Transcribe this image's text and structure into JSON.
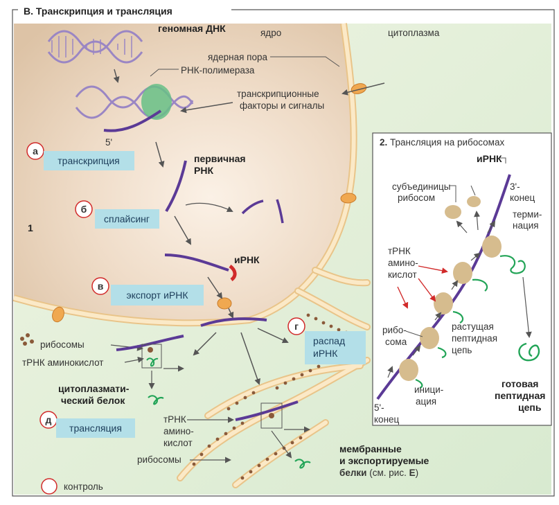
{
  "title": "B. Транскрипция и трансляция",
  "regions": {
    "nucleus": "ядро",
    "cytoplasm": "цитоплазма"
  },
  "panel_number": "1",
  "labels": {
    "genomic_dna": "геномная ДНК",
    "rna_polymerase": "РНК-полимераза",
    "nuclear_pore": "ядерная пора",
    "tf_line1": "транскрипционные",
    "tf_line2": "факторы и сигналы",
    "five_prime": "5'",
    "primary_rna_1": "первичная",
    "primary_rna_2": "РНК",
    "mrna": "иРНК",
    "ribosomes": "рибосомы",
    "trna_amino": "тРНК аминокислот",
    "cyto_protein_1": "цитоплазмати-",
    "cyto_protein_2": "ческий белок",
    "trna_l1": "тРНК",
    "trna_l2": "амино-",
    "trna_l3": "кислот",
    "ribosomes2": "рибосомы",
    "membrane_1": "мембранные",
    "membrane_2": "и экспортируемые",
    "membrane_3a": "белки",
    "membrane_3b": " (см. рис. ",
    "membrane_3c": "Е",
    "membrane_3d": ")",
    "control": "контроль"
  },
  "steps": [
    {
      "letter": "а",
      "label": "транскрипция"
    },
    {
      "letter": "б",
      "label": "сплайсинг"
    },
    {
      "letter": "в",
      "label": "экспорт иРНК"
    },
    {
      "letter": "г",
      "label_1": "распад",
      "label_2": "иРНК"
    },
    {
      "letter": "д",
      "label": "трансляция"
    }
  ],
  "inset": {
    "title": "2. Трансляция на рибосомах",
    "mrna": "иРНК",
    "subunits_1": "субъединицы",
    "subunits_2": "рибосом",
    "three_prime_1": "3'-",
    "three_prime_2": "конец",
    "termination_1": "терми-",
    "termination_2": "нация",
    "trna_1": "тРНК",
    "trna_2": "амино-",
    "trna_3": "кислот",
    "ribosome_1": "рибо-",
    "ribosome_2": "сома",
    "growing_1": "растущая",
    "growing_2": "пептидная",
    "growing_3": "цепь",
    "initiation_1": "иници-",
    "initiation_2": "ация",
    "five_prime_1": "5'-",
    "five_prime_2": "конец",
    "final_1": "готовая",
    "final_2": "пептидная",
    "final_3": "цепь"
  },
  "colors": {
    "nucleus_fill": "#ecd8c4",
    "cytoplasm_fill": "#e7f0da",
    "membrane": "#f4d9a8",
    "mrna": "#5b3a96",
    "dna": "#9a86c4",
    "ribosome": "#d6bc8e",
    "protein": "#22a457",
    "step_box": "#b3dfe8",
    "step_circle": "#d12a2a",
    "arrow_red": "#d12a2a"
  }
}
